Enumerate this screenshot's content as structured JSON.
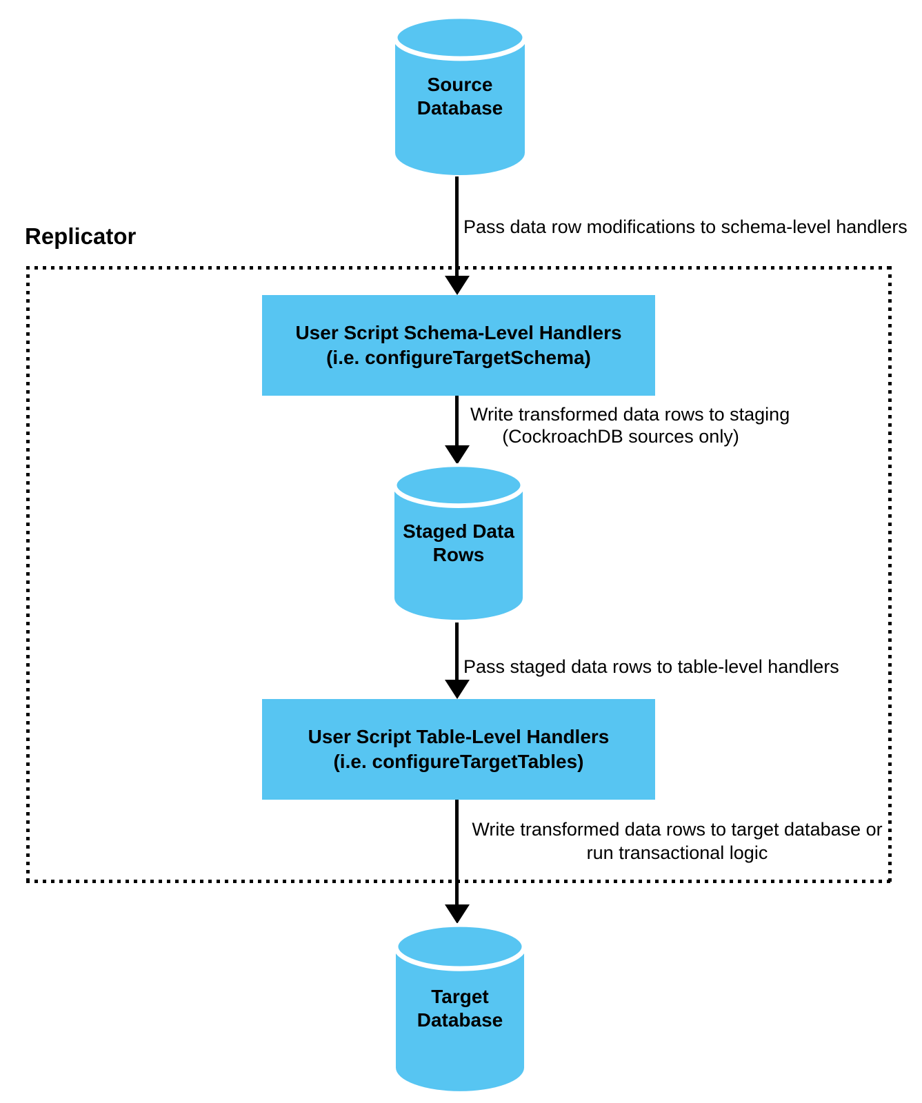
{
  "diagram": {
    "title": "Replicator",
    "colors": {
      "node_fill": "#57C5F2",
      "arrow": "#000000",
      "text": "#000000",
      "background": "#FFFFFF"
    },
    "nodes": {
      "source_db": {
        "line1": "Source",
        "line2": "Database"
      },
      "schema_handlers": {
        "line1": "User Script Schema-Level Handlers",
        "line2": "(i.e. configureTargetSchema)"
      },
      "staged_rows": {
        "line1": "Staged Data",
        "line2": "Rows"
      },
      "table_handlers": {
        "line1": "User Script Table-Level Handlers",
        "line2": "(i.e. configureTargetTables)"
      },
      "target_db": {
        "line1": "Target",
        "line2": "Database"
      }
    },
    "edges": {
      "source_to_schema": {
        "label": "Pass data row modifications to schema-level handlers"
      },
      "schema_to_staged": {
        "line1": "Write transformed data rows to staging",
        "line2": "(CockroachDB sources only)"
      },
      "staged_to_table": {
        "label": "Pass staged data rows to table-level handlers"
      },
      "table_to_target": {
        "line1": "Write transformed data rows to target database or",
        "line2": "run transactional logic"
      }
    }
  }
}
